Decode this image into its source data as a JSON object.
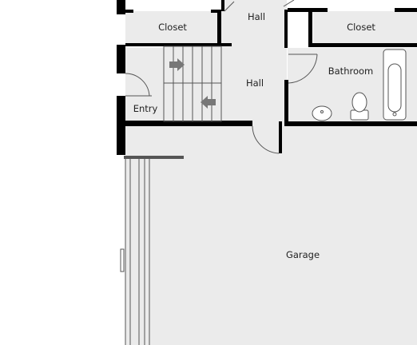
{
  "rooms": {
    "closet_left": "Closet",
    "hall_top": "Hall",
    "closet_right": "Closet",
    "bathroom": "Bathroom",
    "hall_middle": "Hall",
    "entry": "Entry",
    "garage": "Garage"
  },
  "colors": {
    "floor": "#ebebeb",
    "wall": "#000000",
    "fixture_stroke": "#555555",
    "arrow": "#777777",
    "label": "#222222"
  },
  "icons": {
    "stair_up_arrow": "arrow-right-icon",
    "stair_down_arrow": "arrow-left-icon",
    "toilet": "toilet-icon",
    "sink": "sink-icon",
    "bathtub": "bathtub-icon"
  }
}
